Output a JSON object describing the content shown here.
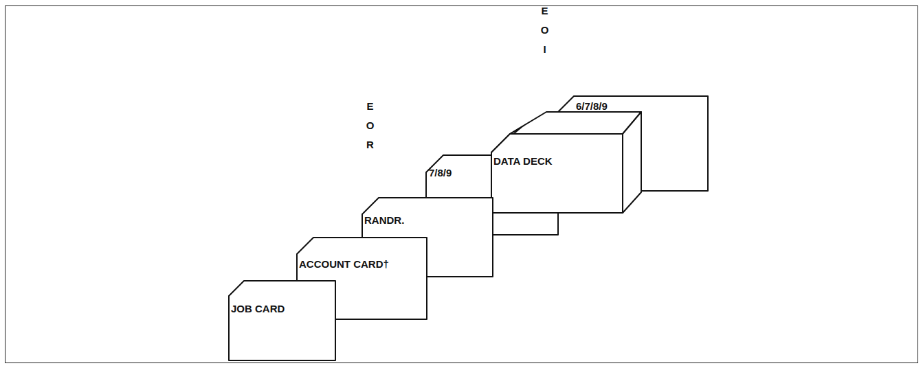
{
  "diagram": {
    "nodes": [
      {
        "text": [
          "JOB CARD"
        ]
      },
      {
        "text": [
          "ACCOUNT CARD†"
        ]
      },
      {
        "text": [
          "RANDR."
        ]
      },
      {
        "text": [
          "7/8/9"
        ]
      },
      {
        "text": [
          "DATA DECK"
        ]
      },
      {
        "text": [
          "6/7/8/9"
        ]
      }
    ],
    "labels": [
      "EOR",
      "EOI"
    ]
  }
}
